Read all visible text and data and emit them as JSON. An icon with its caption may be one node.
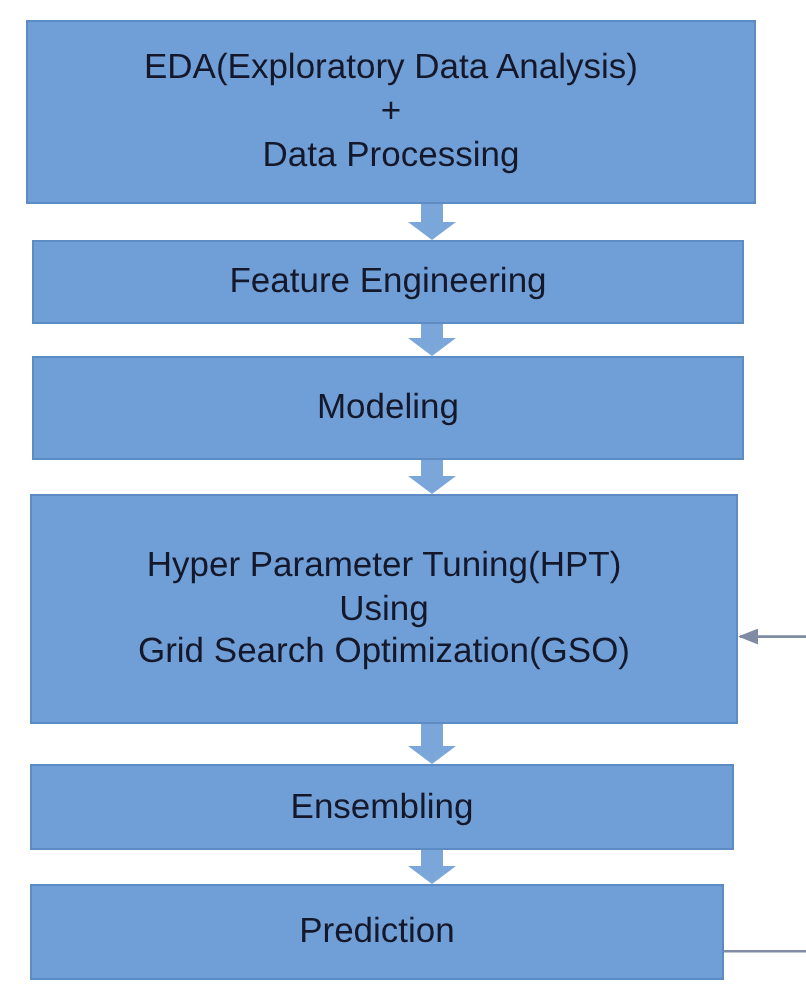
{
  "diagram": {
    "nodes": [
      {
        "text": [
          "EDA(Exploratory Data Analysis)",
          "+",
          "Data Processing"
        ]
      },
      {
        "text": [
          "Feature Engineering"
        ]
      },
      {
        "text": [
          "Modeling"
        ]
      },
      {
        "text": [
          "Hyper Parameter Tuning(HPT)",
          "Using",
          "Grid Search Optimization(GSO)"
        ]
      },
      {
        "text": [
          "Ensembling"
        ]
      },
      {
        "text": [
          "Prediction"
        ]
      }
    ],
    "edges": [
      {
        "from": 0,
        "to": 1,
        "arrow": "to"
      },
      {
        "from": 1,
        "to": 2,
        "arrow": "to"
      },
      {
        "from": 2,
        "to": 3,
        "arrow": "to"
      },
      {
        "from": 3,
        "to": 4,
        "arrow": "to"
      },
      {
        "from": 4,
        "to": 5,
        "arrow": "to"
      },
      {
        "from": 5,
        "to": null,
        "arrow": "none",
        "color": "#7f8ca3"
      },
      {
        "from": null,
        "to": 3,
        "arrow": "to",
        "color": "#7f8ca3"
      }
    ]
  }
}
